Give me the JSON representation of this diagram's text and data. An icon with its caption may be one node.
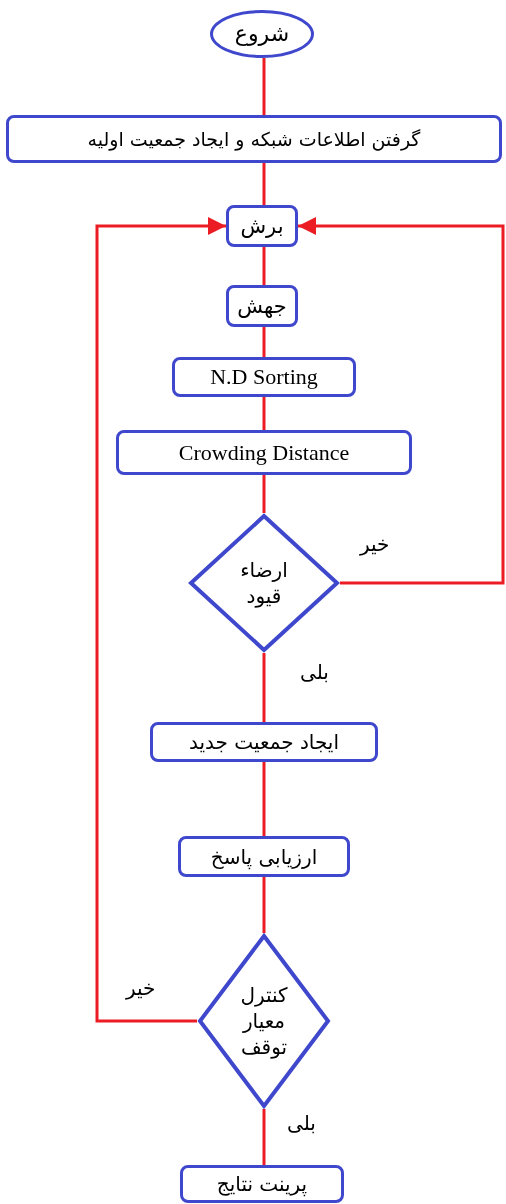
{
  "diagram": {
    "nodes": [
      {
        "text": [
          "شروع"
        ]
      },
      {
        "text": [
          "گرفتن اطلاعات شبکه و ایجاد جمعیت اولیه"
        ]
      },
      {
        "text": [
          "برش"
        ]
      },
      {
        "text": [
          "جهش"
        ]
      },
      {
        "text": [
          "N.D Sorting"
        ]
      },
      {
        "text": [
          "Crowding Distance"
        ]
      },
      {
        "text": [
          "ارضاء قیود"
        ]
      },
      {
        "text": [
          "ایجاد جمعیت جدید"
        ]
      },
      {
        "text": [
          "ارزیابی پاسخ"
        ]
      },
      {
        "text": [
          "کنترل معیار توقف"
        ]
      },
      {
        "text": [
          "پرینت نتایج"
        ]
      }
    ],
    "edges": [
      {
        "from": 0,
        "to": 1,
        "arrow": "none"
      },
      {
        "from": 1,
        "to": 2,
        "arrow": "none"
      },
      {
        "from": 2,
        "to": 3,
        "arrow": "none"
      },
      {
        "from": 3,
        "to": 4,
        "arrow": "none"
      },
      {
        "from": 4,
        "to": 5,
        "arrow": "none"
      },
      {
        "from": 5,
        "to": 6,
        "arrow": "none"
      },
      {
        "from": 6,
        "to": 2,
        "arrow": "to",
        "label": "خیر"
      },
      {
        "from": 6,
        "to": 7,
        "arrow": "none",
        "label": "بلی"
      },
      {
        "from": 7,
        "to": 8,
        "arrow": "none"
      },
      {
        "from": 8,
        "to": 9,
        "arrow": "none"
      },
      {
        "from": 9,
        "to": 2,
        "arrow": "to",
        "label": "خیر"
      },
      {
        "from": 9,
        "to": 10,
        "arrow": "none",
        "label": "بلی"
      }
    ]
  }
}
